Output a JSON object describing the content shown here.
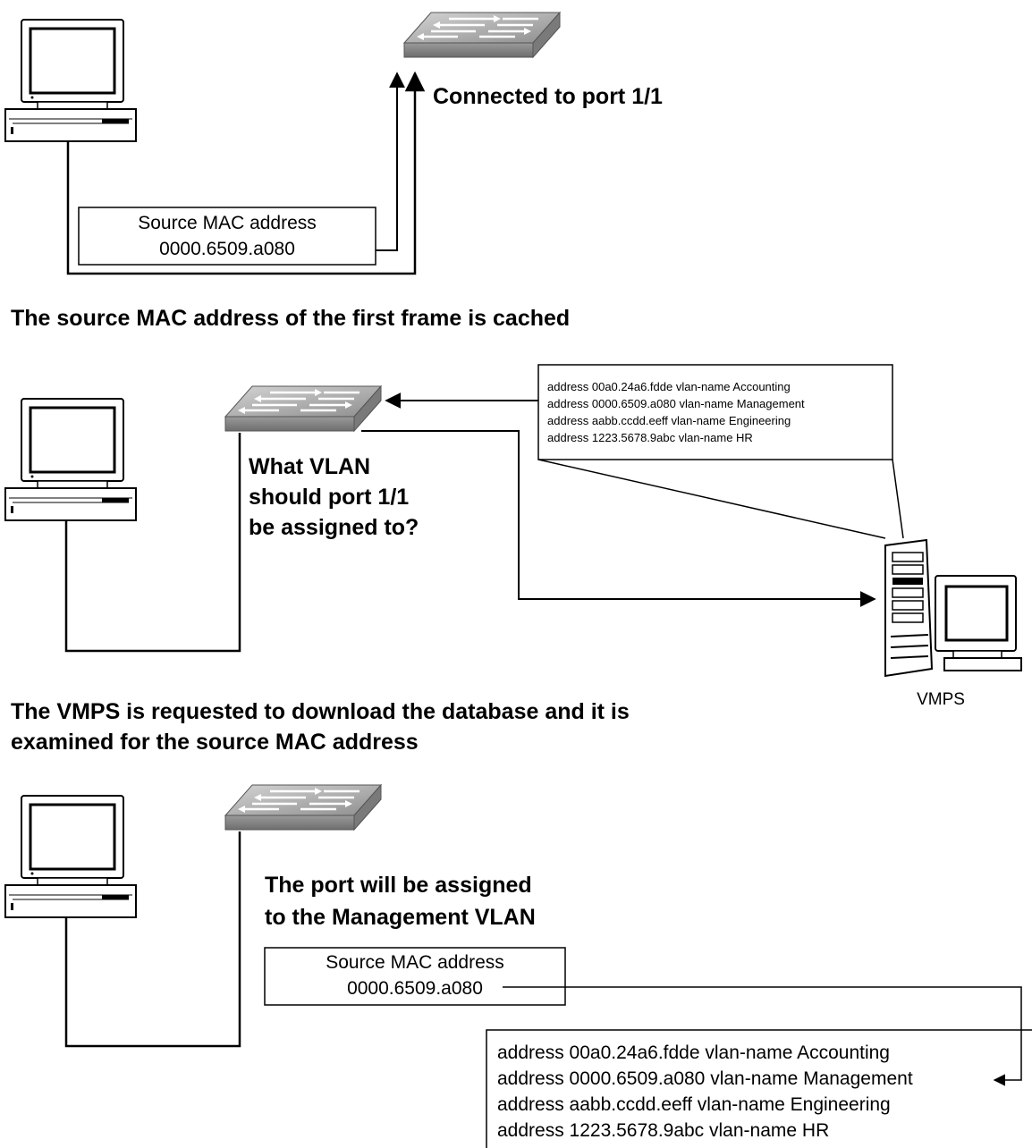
{
  "panel1": {
    "connected_label": "Connected to port 1/1",
    "mac_box": {
      "line1": "Source MAC address",
      "line2": "0000.6509.a080"
    },
    "caption": "The source MAC address of the first frame is cached"
  },
  "panel2": {
    "question": [
      "What VLAN",
      "should port 1/1",
      "be assigned to?"
    ],
    "database_lines": [
      "address 00a0.24a6.fdde vlan-name Accounting",
      "address 0000.6509.a080 vlan-name Management",
      "address aabb.ccdd.eeff vlan-name Engineering",
      "address 1223.5678.9abc vlan-name HR"
    ],
    "server_label": "VMPS",
    "caption": [
      "The VMPS is requested to download the database and it is",
      "examined for the source MAC address"
    ]
  },
  "panel3": {
    "result": [
      "The port will be assigned",
      "to the Management VLAN"
    ],
    "mac_box": {
      "line1": "Source MAC address",
      "line2": "0000.6509.a080"
    },
    "database_lines": [
      "address 00a0.24a6.fdde vlan-name Accounting",
      "address 0000.6509.a080 vlan-name Management",
      "address aabb.ccdd.eeff vlan-name Engineering",
      "address 1223.5678.9abc vlan-name HR"
    ]
  }
}
